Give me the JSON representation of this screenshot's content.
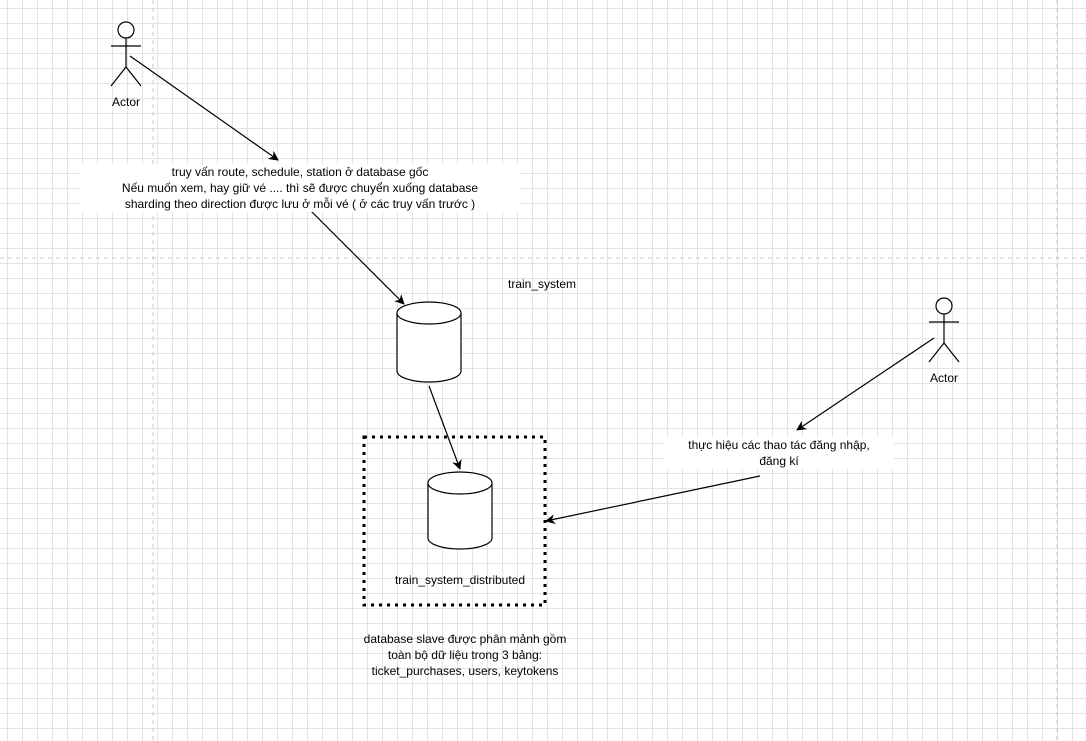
{
  "actors": {
    "top_left": {
      "label": "Actor"
    },
    "right": {
      "label": "Actor"
    }
  },
  "labels": {
    "query_note": {
      "line1": "truy vấn route, schedule, station ở database gốc",
      "line2": "Nếu muốn xem, hay giữ vé .... thì sẽ được chuyển xuống database",
      "line3": "sharding theo direction được lưu ở mỗi vé ( ở các truy vấn trước )"
    },
    "train_system": "train_system",
    "train_system_distributed": "train_system_distributed",
    "auth_note": {
      "line1": "thực hiệu các thao tác đăng nhập,",
      "line2": "đăng kí"
    },
    "slave_note": {
      "line1": "database slave được phân mảnh gồm",
      "line2": "toàn bộ dữ liệu trong 3 bảng:",
      "line3": "ticket_purchases, users, keytokens"
    }
  },
  "colors": {
    "stroke": "#000000",
    "fill": "#ffffff",
    "grid": "#e3e3e3",
    "page_divider": "#c8c8c8"
  }
}
